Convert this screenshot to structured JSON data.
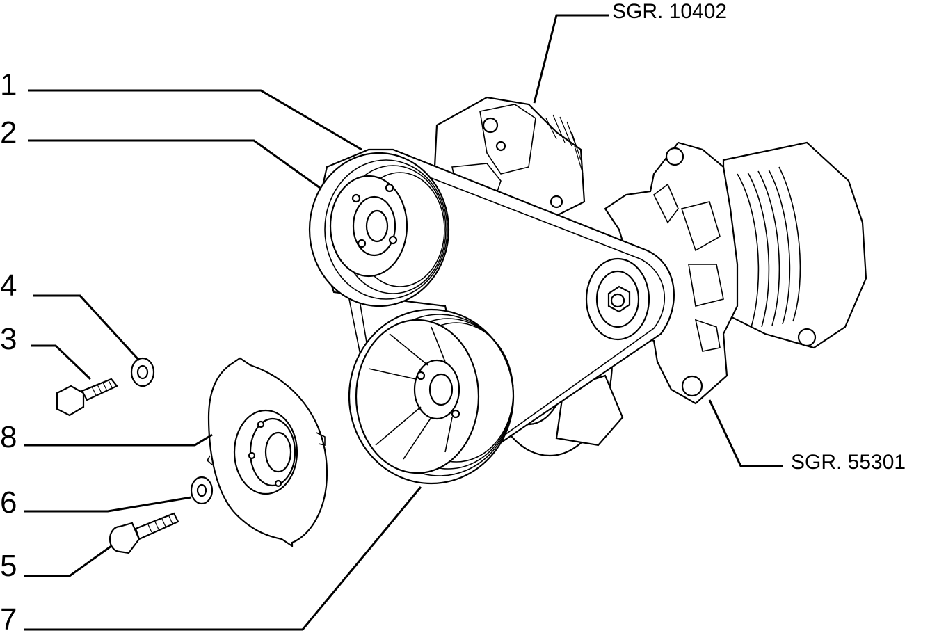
{
  "callouts": {
    "n1": "1",
    "n2": "2",
    "n3": "3",
    "n4": "4",
    "n5": "5",
    "n6": "6",
    "n7": "7",
    "n8": "8"
  },
  "references": {
    "top": "SGR. 10402",
    "right": "SGR. 55301"
  }
}
